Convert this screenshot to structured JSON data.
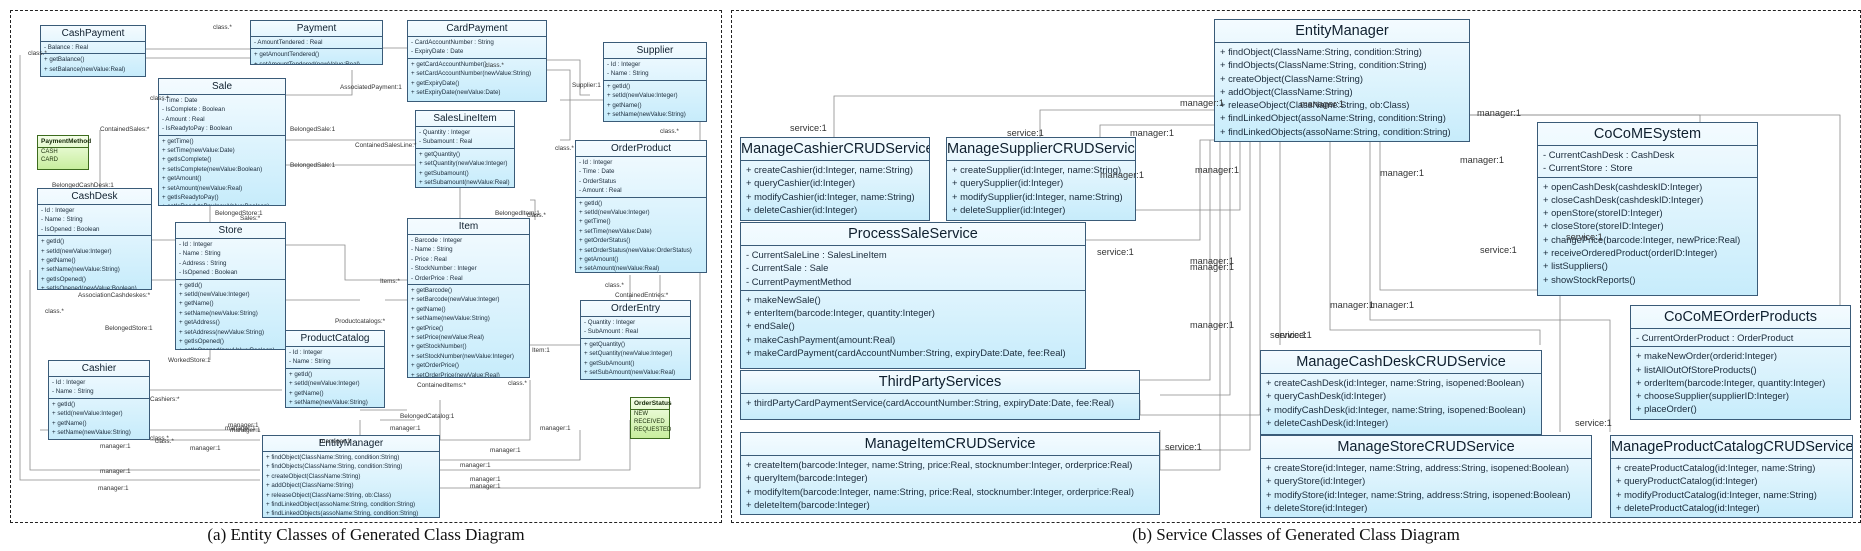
{
  "left": {
    "caption": "(a) Entity Classes of Generated Class Diagram",
    "classes": [
      {
        "name": "CashPayment",
        "attrs": [
          "- Balance : Real"
        ],
        "ops": [
          "+ getBalance()",
          "+ setBalance(newValue:Real)"
        ]
      },
      {
        "name": "Payment",
        "attrs": [
          "- AmountTendered : Real"
        ],
        "ops": [
          "+ getAmountTendered()",
          "+ setAmountTendered(newValue:Real)"
        ]
      },
      {
        "name": "CardPayment",
        "attrs": [
          "- CardAccountNumber : String",
          "- ExpiryDate : Date"
        ],
        "ops": [
          "+ getCardAccountNumber()",
          "+ setCardAccountNumber(newValue:String)",
          "+ getExpiryDate()",
          "+ setExpiryDate(newValue:Date)"
        ]
      },
      {
        "name": "Supplier",
        "attrs": [
          "- Id : Integer",
          "- Name : String"
        ],
        "ops": [
          "+ getId()",
          "+ setId(newValue:Integer)",
          "+ getName()",
          "+ setName(newValue:String)"
        ]
      },
      {
        "name": "Sale",
        "attrs": [
          "- Time : Date",
          "- IsComplete : Boolean",
          "- Amount : Real",
          "- IsReadytoPay : Boolean"
        ],
        "ops": [
          "+ getTime()",
          "+ setTime(newValue:Date)",
          "+ getIsComplete()",
          "+ setIsComplete(newValue:Boolean)",
          "+ getAmount()",
          "+ setAmount(newValue:Real)",
          "+ getIsReadytoPay()",
          "+ setIsReadytoPay(newValue:Boolean)"
        ]
      },
      {
        "name": "SalesLineItem",
        "attrs": [
          "- Quantity : Integer",
          "- Subamount : Real"
        ],
        "ops": [
          "+ getQuantity()",
          "+ setQuantity(newValue:Integer)",
          "+ getSubamount()",
          "+ setSubamount(newValue:Real)"
        ]
      },
      {
        "name": "OrderProduct",
        "attrs": [
          "- Id : Integer",
          "- Time : Date",
          "- OrderStatus",
          "- Amount : Real"
        ],
        "ops": [
          "+ getId()",
          "+ setId(newValue:Integer)",
          "+ getTime()",
          "+ setTime(newValue:Date)",
          "+ getOrderStatus()",
          "+ setOrderStatus(newValue:OrderStatus)",
          "+ getAmount()",
          "+ setAmount(newValue:Real)"
        ]
      },
      {
        "name": "CashDesk",
        "attrs": [
          "- Id : Integer",
          "- Name : String",
          "- IsOpened : Boolean"
        ],
        "ops": [
          "+ getId()",
          "+ setId(newValue:Integer)",
          "+ getName()",
          "+ setName(newValue:String)",
          "+ getIsOpened()",
          "+ setIsOpened(newValue:Boolean)"
        ]
      },
      {
        "name": "Store",
        "attrs": [
          "- Id : Integer",
          "- Name : String",
          "- Address : String",
          "- IsOpened : Boolean"
        ],
        "ops": [
          "+ getId()",
          "+ setId(newValue:Integer)",
          "+ getName()",
          "+ setName(newValue:String)",
          "+ getAddress()",
          "+ setAddress(newValue:String)",
          "+ getIsOpened()",
          "+ setIsOpened(newValue:Boolean)"
        ]
      },
      {
        "name": "Item",
        "attrs": [
          "- Barcode : Integer",
          "- Name : String",
          "- Price : Real",
          "- StockNumber : Integer",
          "- OrderPrice : Real"
        ],
        "ops": [
          "+ getBarcode()",
          "+ setBarcode(newValue:Integer)",
          "+ getName()",
          "+ setName(newValue:String)",
          "+ getPrice()",
          "+ setPrice(newValue:Real)",
          "+ getStockNumber()",
          "+ setStockNumber(newValue:Integer)",
          "+ getOrderPrice()",
          "+ setOrderPrice(newValue:Real)"
        ]
      },
      {
        "name": "OrderEntry",
        "attrs": [
          "- Quantity : Integer",
          "- SubAmount : Real"
        ],
        "ops": [
          "+ getQuantity()",
          "+ setQuantity(newValue:Integer)",
          "+ getSubAmount()",
          "+ setSubAmount(newValue:Real)"
        ]
      },
      {
        "name": "ProductCatalog",
        "attrs": [
          "- Id : Integer",
          "- Name : String"
        ],
        "ops": [
          "+ getId()",
          "+ setId(newValue:Integer)",
          "+ getName()",
          "+ setName(newValue:String)"
        ]
      },
      {
        "name": "Cashier",
        "attrs": [
          "- Id : Integer",
          "- Name : String"
        ],
        "ops": [
          "+ getId()",
          "+ setId(newValue:Integer)",
          "+ getName()",
          "+ setName(newValue:String)"
        ]
      },
      {
        "name": "EntityManager",
        "attrs": [],
        "ops": [
          "+ findObject(ClassName:String, condition:String)",
          "+ findObjects(ClassName:String, condition:String)",
          "+ createObject(ClassName:String)",
          "+ addObject(ClassName:String)",
          "+ releaseObject(ClassName:String, ob:Class)",
          "+ findLinkedObject(assoName:String, condition:String)",
          "+ findLinkedObjects(assoName:String, condition:String)"
        ]
      }
    ],
    "enums": [
      {
        "name": "PaymentMethod",
        "values": [
          "CASH",
          "CARD"
        ]
      },
      {
        "name": "OrderStatus",
        "values": [
          "NEW",
          "RECEIVED",
          "REQUESTED"
        ]
      }
    ],
    "labels": [
      "class.*",
      "class.*",
      "class.*",
      "class.*",
      "class.*",
      "class.*",
      "class.*",
      "class.*",
      "class.*",
      "class.*",
      "class.*",
      "class.*",
      "AssociatedPayment:1",
      "BelongedSale:1",
      "ContainedSales:*",
      "Supplier:1",
      "ContainedSalesLine:*",
      "BelongedSale:1",
      "BelongedCashDesk:1",
      "BelongedStore:1",
      "Sales:*",
      "BelongedItem:1",
      "Items:*",
      "ContainedEntries:*",
      "AssociationCashdeskes:*",
      "BelongedStore:1",
      "Productcatalogs:*",
      "Item:1",
      "WorkedStore:1",
      "ContainedItems:*",
      "Cashiers:*",
      "BelongedCatalog:1",
      "manager:1",
      "manager:1",
      "manager:1",
      "manager:1",
      "manager:1",
      "manager:1",
      "manager:1",
      "manager:1",
      "manager:1",
      "manager:1",
      "manager:1",
      "manager:1",
      "manager:1",
      "manager:1"
    ]
  },
  "right": {
    "caption": "(b) Service Classes of Generated Class Diagram",
    "classes": [
      {
        "name": "EntityManager",
        "attrs": [],
        "ops": [
          "+ findObject(ClassName:String, condition:String)",
          "+ findObjects(ClassName:String, condition:String)",
          "+ createObject(ClassName:String)",
          "+ addObject(ClassName:String)",
          "+ releaseObject(ClassName:String, ob:Class)",
          "+ findLinkedObject(assoName:String, condition:String)",
          "+ findLinkedObjects(assoName:String, condition:String)"
        ]
      },
      {
        "name": "ManageCashierCRUDService",
        "attrs": [],
        "ops": [
          "+ createCashier(id:Integer, name:String)",
          "+ queryCashier(id:Integer)",
          "+ modifyCashier(id:Integer, name:String)",
          "+ deleteCashier(id:Integer)"
        ]
      },
      {
        "name": "ManageSupplierCRUDService",
        "attrs": [],
        "ops": [
          "+ createSupplier(id:Integer, name:String)",
          "+ querySupplier(id:Integer)",
          "+ modifySupplier(id:Integer, name:String)",
          "+ deleteSupplier(id:Integer)"
        ]
      },
      {
        "name": "CoCoMESystem",
        "attrs": [
          "- CurrentCashDesk : CashDesk",
          "- CurrentStore : Store"
        ],
        "ops": [
          "+ openCashDesk(cashdeskID:Integer)",
          "+ closeCashDesk(cashdeskID:Integer)",
          "+ openStore(storeID:Integer)",
          "+ closeStore(storeID:Integer)",
          "+ changePrice(barcode:Integer, newPrice:Real)",
          "+ receiveOrderedProduct(orderID:Integer)",
          "+ listSuppliers()",
          "+ showStockReports()"
        ]
      },
      {
        "name": "ProcessSaleService",
        "attrs": [
          "- CurrentSaleLine : SalesLineItem",
          "- CurrentSale : Sale",
          "- CurrentPaymentMethod"
        ],
        "ops": [
          "+ makeNewSale()",
          "+ enterItem(barcode:Integer, quantity:Integer)",
          "+ endSale()",
          "+ makeCashPayment(amount:Real)",
          "+ makeCardPayment(cardAccountNumber:String, expiryDate:Date, fee:Real)"
        ]
      },
      {
        "name": "CoCoMEOrderProducts",
        "attrs": [
          "- CurrentOrderProduct : OrderProduct"
        ],
        "ops": [
          "+ makeNewOrder(orderid:Integer)",
          "+ listAllOutOfStoreProducts()",
          "+ orderItem(barcode:Integer, quantity:Integer)",
          "+ chooseSupplier(supplierID:Integer)",
          "+ placeOrder()"
        ]
      },
      {
        "name": "ManageCashDeskCRUDService",
        "attrs": [],
        "ops": [
          "+ createCashDesk(id:Integer, name:String, isopened:Boolean)",
          "+ queryCashDesk(id:Integer)",
          "+ modifyCashDesk(id:Integer, name:String, isopened:Boolean)",
          "+ deleteCashDesk(id:Integer)"
        ]
      },
      {
        "name": "ThirdPartyServices",
        "attrs": [],
        "ops": [
          "+ thirdPartyCardPaymentService(cardAccountNumber:String, expiryDate:Date, fee:Real)"
        ]
      },
      {
        "name": "ManageItemCRUDService",
        "attrs": [],
        "ops": [
          "+ createItem(barcode:Integer, name:String, price:Real, stocknumber:Integer, orderprice:Real)",
          "+ queryItem(barcode:Integer)",
          "+ modifyItem(barcode:Integer, name:String, price:Real, stocknumber:Integer, orderprice:Real)",
          "+ deleteItem(barcode:Integer)"
        ]
      },
      {
        "name": "ManageStoreCRUDService",
        "attrs": [],
        "ops": [
          "+ createStore(id:Integer, name:String, address:String, isopened:Boolean)",
          "+ queryStore(id:Integer)",
          "+ modifyStore(id:Integer, name:String, address:String, isopened:Boolean)",
          "+ deleteStore(id:Integer)"
        ]
      },
      {
        "name": "ManageProductCatalogCRUDService",
        "attrs": [],
        "ops": [
          "+ createProductCatalog(id:Integer, name:String)",
          "+ queryProductCatalog(id:Integer)",
          "+ modifyProductCatalog(id:Integer, name:String)",
          "+ deleteProductCatalog(id:Integer)"
        ]
      }
    ],
    "labels": [
      "manager:1",
      "service:1",
      "service:1",
      "manager:1",
      "manager:1",
      "manager:1",
      "manager:1",
      "manager:1",
      "manager:1",
      "manager:1",
      "manager:1",
      "manager:1",
      "service:1",
      "service:1",
      "manager:1",
      "service:1",
      "service:1",
      "service:1",
      "manager:1",
      "manager:1",
      "service:1",
      "service:1"
    ]
  }
}
